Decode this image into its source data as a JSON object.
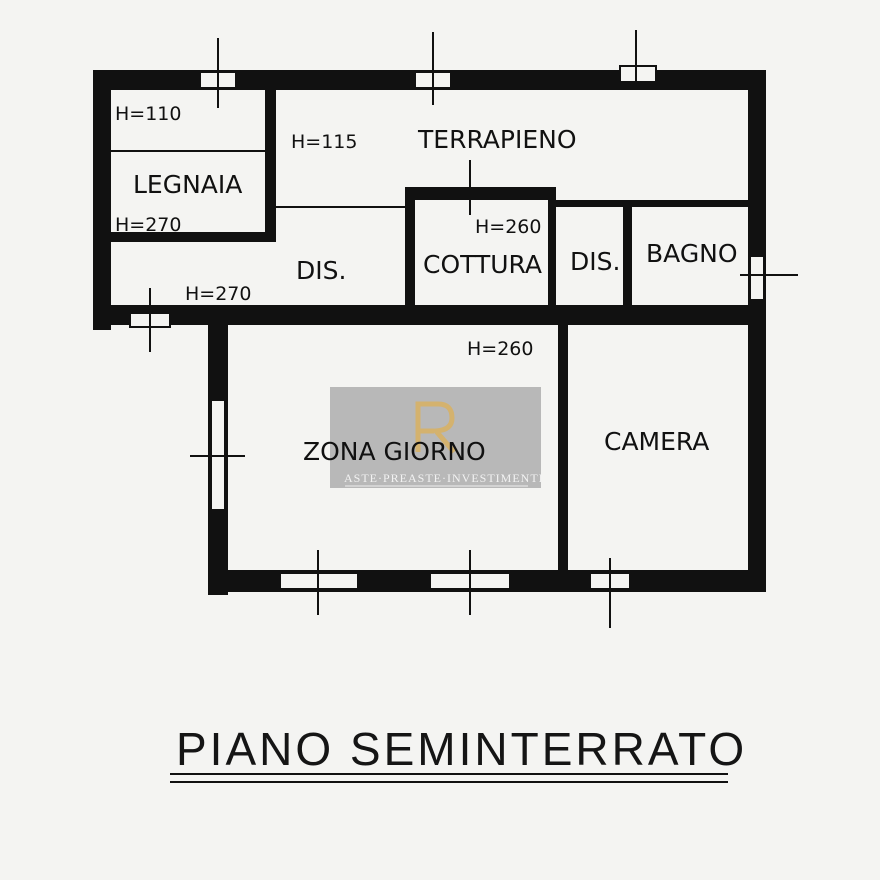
{
  "title": "PIANO SEMINTERRATO",
  "rooms": {
    "legnaia": "LEGNAIA",
    "terrapieno": "TERRAPIENO",
    "dis_left": "DIS.",
    "cottura": "COTTURA",
    "dis_right": "DIS.",
    "bagno": "BAGNO",
    "zona_giorno": "ZONA GIORNO",
    "camera": "CAMERA"
  },
  "heights": {
    "h110": "H=110",
    "h115": "H=115",
    "legnaia": "H=270",
    "dis": "H=270",
    "cottura": "H=260",
    "zona": "H=260"
  },
  "watermark": {
    "logo_letters": "R",
    "tagline": "ASTE·PREASTE·INVESTIMENTI"
  },
  "colors": {
    "wall": "#111111",
    "paper": "#f4f4f2",
    "watermark_bg": "#a9a9a9",
    "logo_gold": "#d8b060"
  }
}
